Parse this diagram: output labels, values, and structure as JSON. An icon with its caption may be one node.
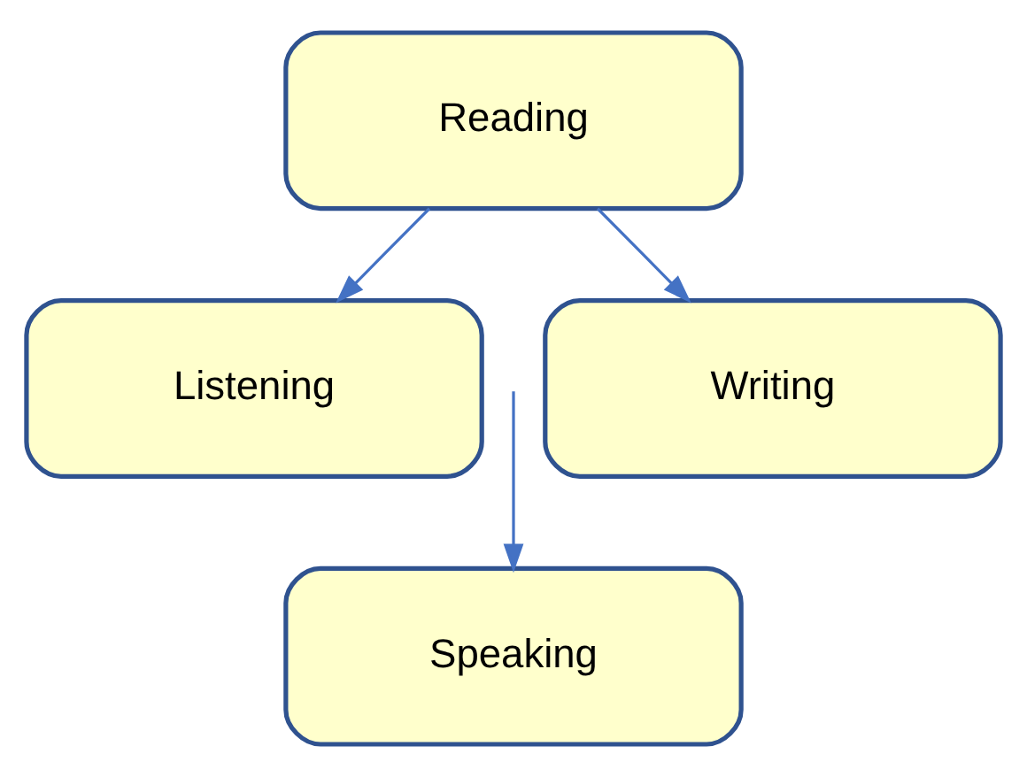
{
  "diagram": {
    "nodes": [
      {
        "text": [
          "Reading"
        ]
      },
      {
        "text": [
          "Listening"
        ]
      },
      {
        "text": [
          "Writing"
        ]
      },
      {
        "text": [
          "Speaking"
        ]
      }
    ],
    "edges": [
      {
        "from": 0,
        "to": 1,
        "arrow": "to"
      },
      {
        "from": 0,
        "to": 2,
        "arrow": "to"
      },
      {
        "from": null,
        "to": 3,
        "arrow": "to"
      }
    ]
  }
}
